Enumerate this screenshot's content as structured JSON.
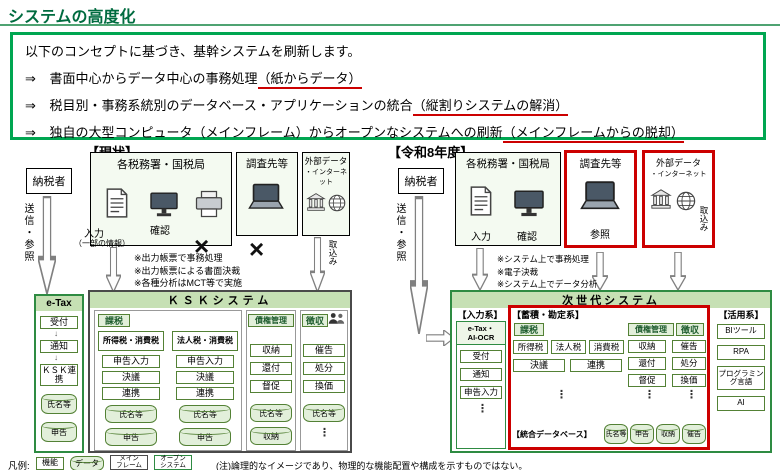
{
  "slide": {
    "title": "システムの高度化",
    "footnote": "(注)論理的なイメージであり、物理的な機能配置や構成を示すものではない。"
  },
  "concept": {
    "intro": "以下のコンセプトに基づき、基幹システムを刷新します。",
    "arrow": "⇒",
    "items": [
      {
        "text": "書面中心からデータ中心の事務処理",
        "highlight": "（紙からデータ）"
      },
      {
        "text": "税目別・事務系統別のデータベース・アプリケーションの統合",
        "highlight": "（縦割りシステムの解消）"
      },
      {
        "text": "独自の大型コンピュータ（メインフレーム）からオープンなシステムへの刷新",
        "highlight": "（メインフレームからの脱却）"
      }
    ]
  },
  "current": {
    "heading": "【現状】",
    "taxpayer": "納税者",
    "send_ref": "送信・参照",
    "offices": "各税務署・国税局",
    "input_label": "入力",
    "input_sub": "（一部の情報）",
    "confirm_label": "確認",
    "survey": "調査先等",
    "external1": "外部データ",
    "external2": "・インターネット",
    "import_label": "取込み",
    "cross": "×",
    "notes": [
      "※出力帳票で事務処理",
      "※出力帳票による書面決裁",
      "※各種分析はMCT等で実施"
    ],
    "etax": {
      "title": "e-Tax",
      "items": [
        "受付",
        "通知",
        "ＫＳＫ連携"
      ],
      "dbs": [
        "氏名等",
        "申告"
      ]
    },
    "system_title": "ＫＳＫシステム",
    "kazei": {
      "label": "課税",
      "cols": [
        {
          "title": "所得税・消費税",
          "items": [
            "申告入力",
            "決議",
            "連携"
          ],
          "dbs": [
            "氏名等",
            "申告"
          ]
        },
        {
          "title": "法人税・消費税",
          "items": [
            "申告入力",
            "決議",
            "連携"
          ],
          "dbs": [
            "氏名等",
            "申告"
          ]
        }
      ]
    },
    "saiken": {
      "label": "債権管理",
      "items": [
        "収納",
        "還付",
        "督促"
      ],
      "dbs": [
        "氏名等",
        "収納"
      ]
    },
    "choshu": {
      "label": "徴収",
      "items": [
        "催告",
        "処分",
        "換価"
      ],
      "dbs": [
        "氏名等"
      ]
    }
  },
  "future": {
    "heading": "【令和8年度】",
    "taxpayer": "納税者",
    "send_ref": "送信・参照",
    "offices": "各税務署・国税局",
    "input_label": "入力",
    "confirm_label": "確認",
    "survey": "調査先等",
    "reference_label": "参照",
    "external1": "外部データ",
    "external2": "・インターネット",
    "import_label": "取込み",
    "notes": [
      "※システム上で事務処理",
      "※電子決裁",
      "※システム上でデータ分析"
    ],
    "system_title": "次世代システム",
    "input_group": {
      "label": "【入力系】",
      "title1": "e-Tax・",
      "title2": "AI-OCR",
      "items": [
        "受付",
        "通知",
        "申告入力"
      ]
    },
    "core_group": {
      "label": "【蓄積・勘定系】",
      "kazei": {
        "label": "課税",
        "taxes": [
          "所得税",
          "法人税",
          "消費税"
        ],
        "shared": [
          "決議",
          "連携"
        ]
      },
      "saiken": {
        "label": "債権管理",
        "items": [
          "収納",
          "還付",
          "督促"
        ]
      },
      "choshu": {
        "label": "徴収",
        "items": [
          "催告",
          "処分",
          "換価"
        ]
      }
    },
    "db_group": {
      "label": "【統合データベース】",
      "dbs": [
        "氏名等",
        "申告",
        "収納",
        "催告"
      ]
    },
    "use_group": {
      "label": "【活用系】",
      "items": [
        "BIツール",
        "RPA",
        "プログラミング言語",
        "AI"
      ]
    }
  },
  "legend": {
    "label": "凡例:",
    "function_label": "機能",
    "data_label": "データ",
    "mainframe_label": "メイン\nフレーム",
    "open_label": "オープン\nシステム"
  },
  "marks": {
    "dots": "⋮",
    "down": "↓"
  },
  "colors": {
    "accent_green": "#00a651",
    "dark_green": "#006b3f",
    "header_green": "#c6e0b4",
    "pale_green": "#e2efda",
    "highlight_red": "#cc0000"
  }
}
